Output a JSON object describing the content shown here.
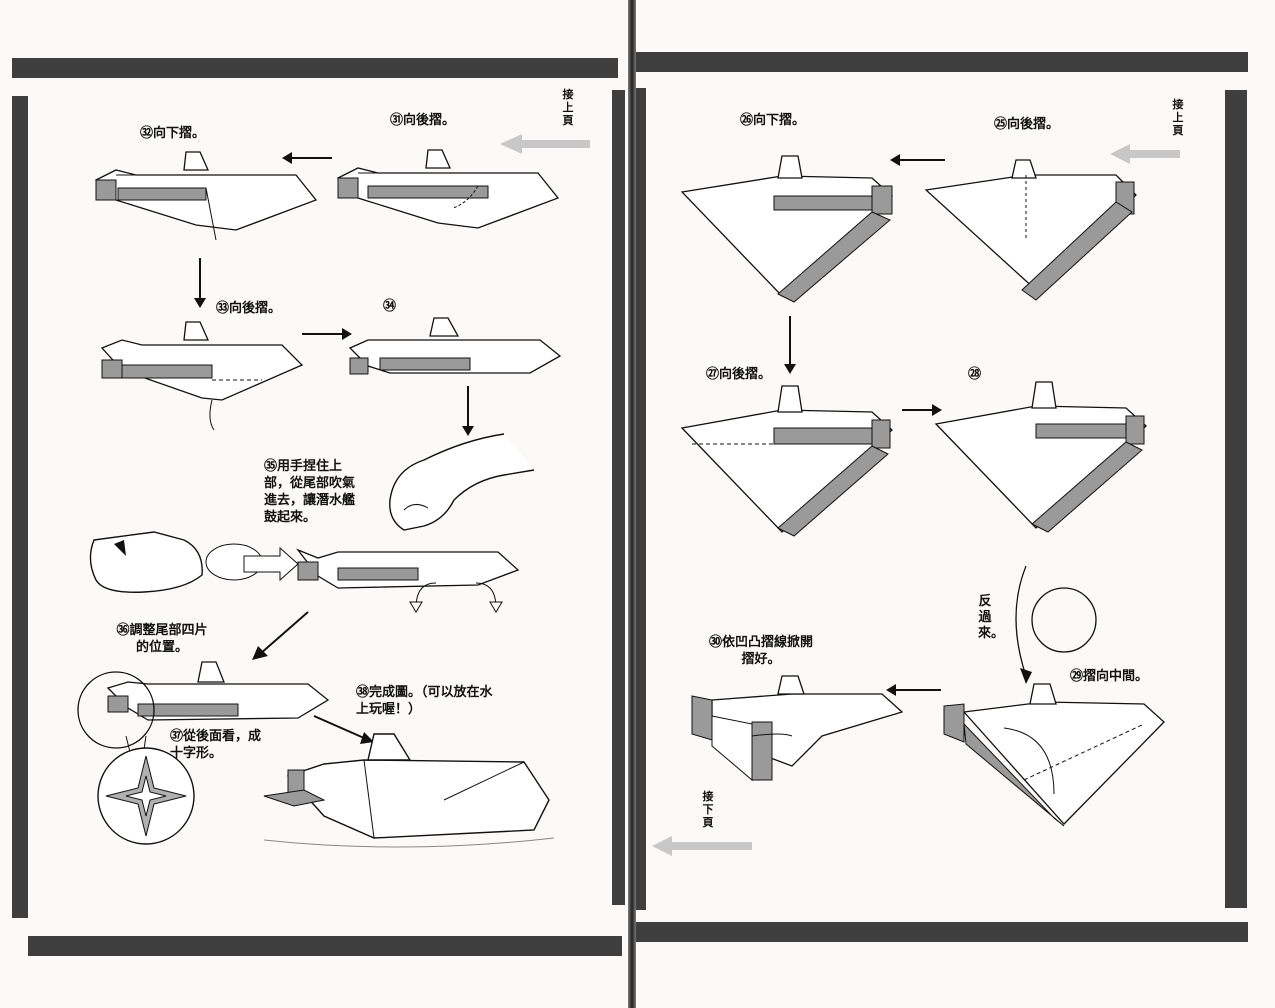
{
  "left_page": {
    "continued_from": "接上頁",
    "steps": {
      "s31": "㉛向後摺。",
      "s32": "㉜向下摺。",
      "s33": "㉝向後摺。",
      "s34": "㉞",
      "s35": "㉟用手捏住上部，從尾部吹氣進去，讓潛水艦鼓起來。",
      "s36": "㊱調整尾部四片的位置。",
      "s37": "㊲從後面看，成十字形。",
      "s38": "㊳完成圖。（可以放在水上玩喔！）"
    }
  },
  "right_page": {
    "continued_from": "接上頁",
    "continued_to": "接下頁",
    "flip_label": "反過來。",
    "steps": {
      "s25": "㉕向後摺。",
      "s26": "㉖向下摺。",
      "s27": "㉗向後摺。",
      "s28": "㉘",
      "s29": "㉙摺向中間。",
      "s30": "㉚依凹凸摺線掀開摺好。"
    }
  },
  "colors": {
    "frame_bar": "#3e3e3e",
    "paper": "#fbfaf8",
    "shade": "#9a9a9a",
    "arrow_ghost": "#c8c8c8"
  }
}
